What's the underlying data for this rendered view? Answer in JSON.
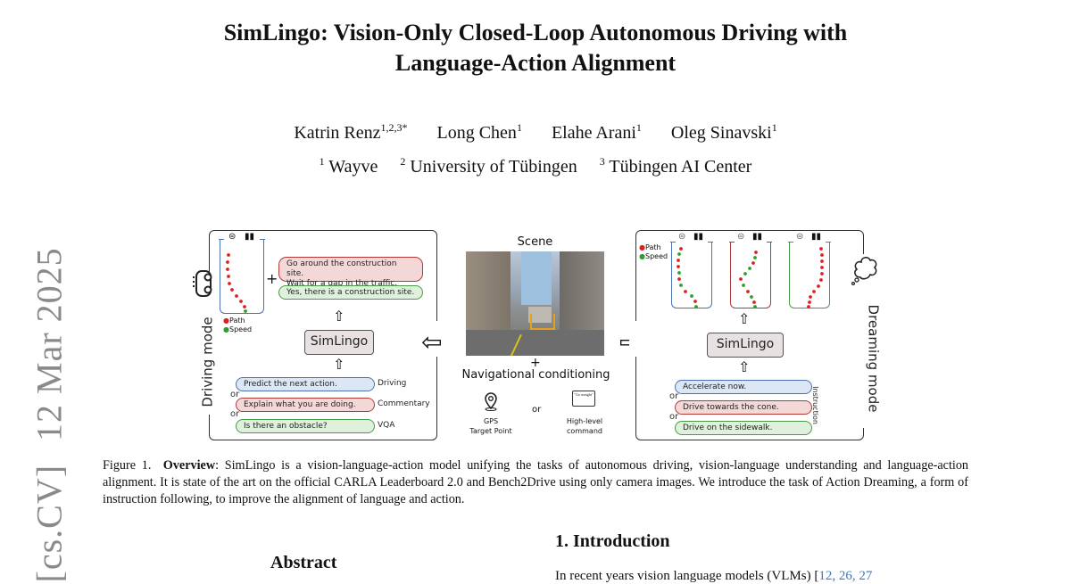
{
  "paper": {
    "title_line1": "SimLingo: Vision-Only Closed-Loop Autonomous Driving with",
    "title_line2": "Language-Action Alignment",
    "authors": [
      {
        "name": "Katrin Renz",
        "sup": "1,2,3*"
      },
      {
        "name": "Long Chen",
        "sup": "1"
      },
      {
        "name": "Elahe Arani",
        "sup": "1"
      },
      {
        "name": "Oleg Sinavski",
        "sup": "1"
      }
    ],
    "affiliations": [
      {
        "sup": "1",
        "name": "Wayve"
      },
      {
        "sup": "2",
        "name": "University of Tübingen"
      },
      {
        "sup": "3",
        "name": "Tübingen AI Center"
      }
    ],
    "arxiv_stamp": {
      "category": "[cs.CV]",
      "date": "12 Mar 2025"
    }
  },
  "figure": {
    "driving_mode": {
      "label": "Driving mode",
      "legend_path": "Path",
      "legend_speed": "Speed",
      "outputs": [
        "Go around the construction site. Wait for a gap in the traffic.",
        "Yes, there is a construction site."
      ],
      "output_line1": "Go around the construction site.",
      "output_line2": "Wait for a gap in the traffic.",
      "plus": "+",
      "model": "SimLingo",
      "prompts": [
        {
          "text": "Predict the next action.",
          "task": "Driving",
          "color": "blue"
        },
        {
          "text": "Explain what you are doing.",
          "task": "Commentary",
          "color": "red"
        },
        {
          "text": "Is there an obstacle?",
          "task": "VQA",
          "color": "green"
        }
      ],
      "or": "or"
    },
    "center": {
      "scene_label": "Scene",
      "plus": "+",
      "nav_label": "Navigational conditioning",
      "gps_line1": "GPS",
      "gps_line2": "Target Point",
      "or": "or",
      "cmd_line1": "High-level",
      "cmd_line2": "command",
      "cmd_bubble": "\"Go straight\""
    },
    "dreaming_mode": {
      "label": "Dreaming mode",
      "legend_path": "Path",
      "legend_speed": "Speed",
      "model": "SimLingo",
      "instruction_label": "Instruction",
      "prompts": [
        {
          "text": "Accelerate now.",
          "color": "blue"
        },
        {
          "text": "Drive towards the cone.",
          "color": "red"
        },
        {
          "text": "Drive on the sidewalk.",
          "color": "green"
        }
      ],
      "or": "or"
    },
    "colors": {
      "blue": "#4a72b0",
      "red": "#b03a3a",
      "green": "#4a9a48",
      "path_dot": "#e02020",
      "speed_dot": "#2aa02a"
    }
  },
  "caption": {
    "prefix": "Figure 1.",
    "bold": "Overview",
    "text": ": SimLingo is a vision-language-action model unifying the tasks of autonomous driving, vision-language understanding and language-action alignment. It is state of the art on the official CARLA Leaderboard 2.0 and Bench2Drive using only camera images. We introduce the task of Action Dreaming, a form of instruction following, to improve the alignment of language and action."
  },
  "sections": {
    "abstract_heading": "Abstract",
    "intro_heading": "1. Introduction",
    "intro_first_line": "In recent years vision language models (VLMs) [",
    "intro_cites": "12, 26, 27"
  }
}
